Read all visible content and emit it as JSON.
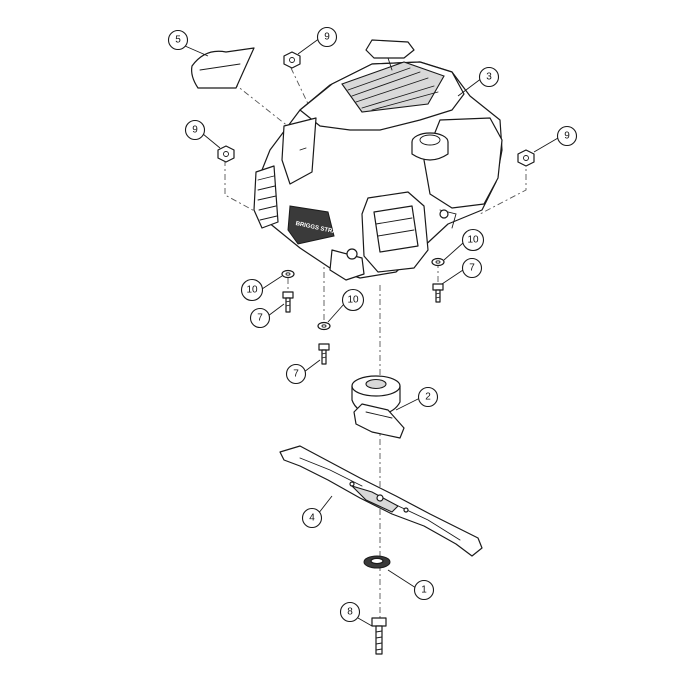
{
  "callouts": [
    {
      "id": "c5a",
      "number": "5"
    },
    {
      "id": "c9a",
      "number": "9"
    },
    {
      "id": "c3a",
      "number": "3"
    },
    {
      "id": "c9b",
      "number": "9"
    },
    {
      "id": "c9c",
      "number": "9"
    },
    {
      "id": "c10a",
      "number": "10"
    },
    {
      "id": "c7a",
      "number": "7"
    },
    {
      "id": "c10b",
      "number": "10"
    },
    {
      "id": "c7b",
      "number": "7"
    },
    {
      "id": "c10c",
      "number": "10"
    },
    {
      "id": "c7c",
      "number": "7"
    },
    {
      "id": "c2a",
      "number": "2"
    },
    {
      "id": "c4a",
      "number": "4"
    },
    {
      "id": "c1a",
      "number": "1"
    },
    {
      "id": "c8a",
      "number": "8"
    }
  ],
  "engine_label": "BRIGGS STRATTON",
  "colors": {
    "line": "#1a1a1a",
    "background": "#ffffff",
    "shade": "#d9d9d9"
  }
}
